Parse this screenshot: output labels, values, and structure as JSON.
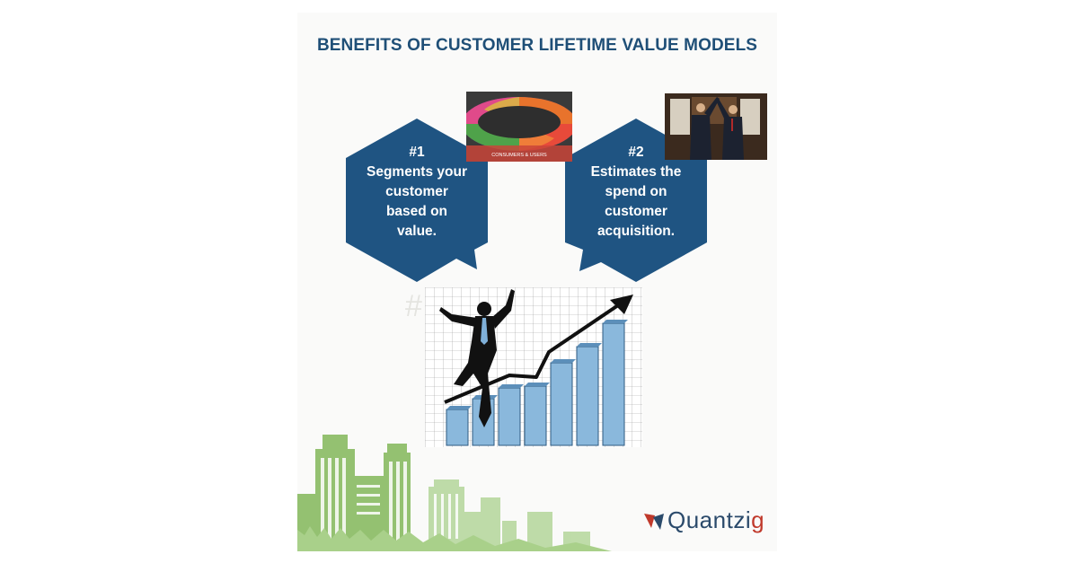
{
  "title": "BENEFITS OF CUSTOMER LIFETIME VALUE MODELS",
  "benefits": [
    {
      "number": "#1",
      "lines": [
        "Segments your",
        "customer",
        "based on",
        "value."
      ]
    },
    {
      "number": "#2",
      "lines": [
        "Estimates the",
        "spend on",
        "customer",
        "acquisition."
      ]
    }
  ],
  "photos": [
    {
      "icon": "color-wheel-photo-icon",
      "caption": "CONSUMERS & USERS"
    },
    {
      "icon": "businessmen-high-five-photo-icon"
    }
  ],
  "watermark": "#",
  "logo": {
    "brand_main": "Quantzi",
    "brand_tail": "g"
  },
  "colors": {
    "hex_fill": "#1f5482",
    "title": "#1f4f77",
    "skyline": "#8fbf6a",
    "bars": "#8ab8dc"
  }
}
